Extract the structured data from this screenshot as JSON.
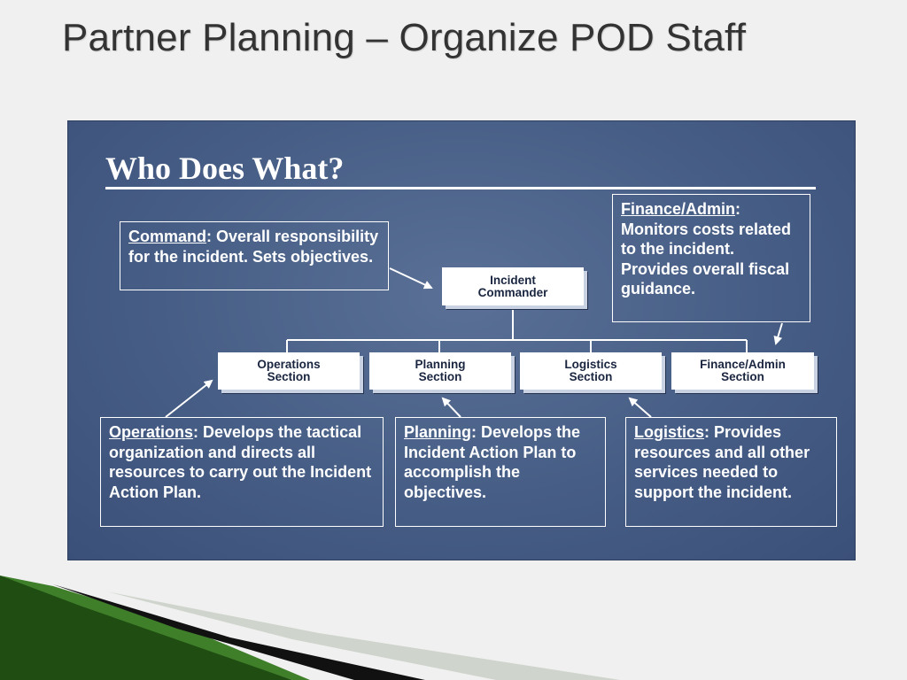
{
  "slide": {
    "title": "Partner Planning – Organize POD Staff"
  },
  "panel": {
    "title": "Who Does What?"
  },
  "org_chart": {
    "top": {
      "line1": "Incident",
      "line2": "Commander"
    },
    "sections": [
      {
        "line1": "Operations",
        "line2": "Section"
      },
      {
        "line1": "Planning",
        "line2": "Section"
      },
      {
        "line1": "Logistics",
        "line2": "Section"
      },
      {
        "line1": "Finance/Admin",
        "line2": "Section"
      }
    ]
  },
  "descriptions": {
    "command": {
      "term": "Command",
      "text": ":  Overall responsibility for the incident.  Sets objectives."
    },
    "finance": {
      "term": "Finance/Admin",
      "text": ": Monitors costs related to the incident.  Provides overall fiscal guidance."
    },
    "operations": {
      "term": "Operations",
      "text": ":  Develops the tactical organization and directs all resources to carry out the Incident Action Plan."
    },
    "planning": {
      "term": "Planning",
      "text": ":  Develops the Incident Action Plan to accomplish the objectives."
    },
    "logistics": {
      "term": "Logistics",
      "text": ":  Provides resources and all other services needed to support the incident."
    }
  },
  "colors": {
    "panel_background": "#465d85",
    "slide_background": "#f0f0f0",
    "accent_green": "#2f6a1e"
  }
}
